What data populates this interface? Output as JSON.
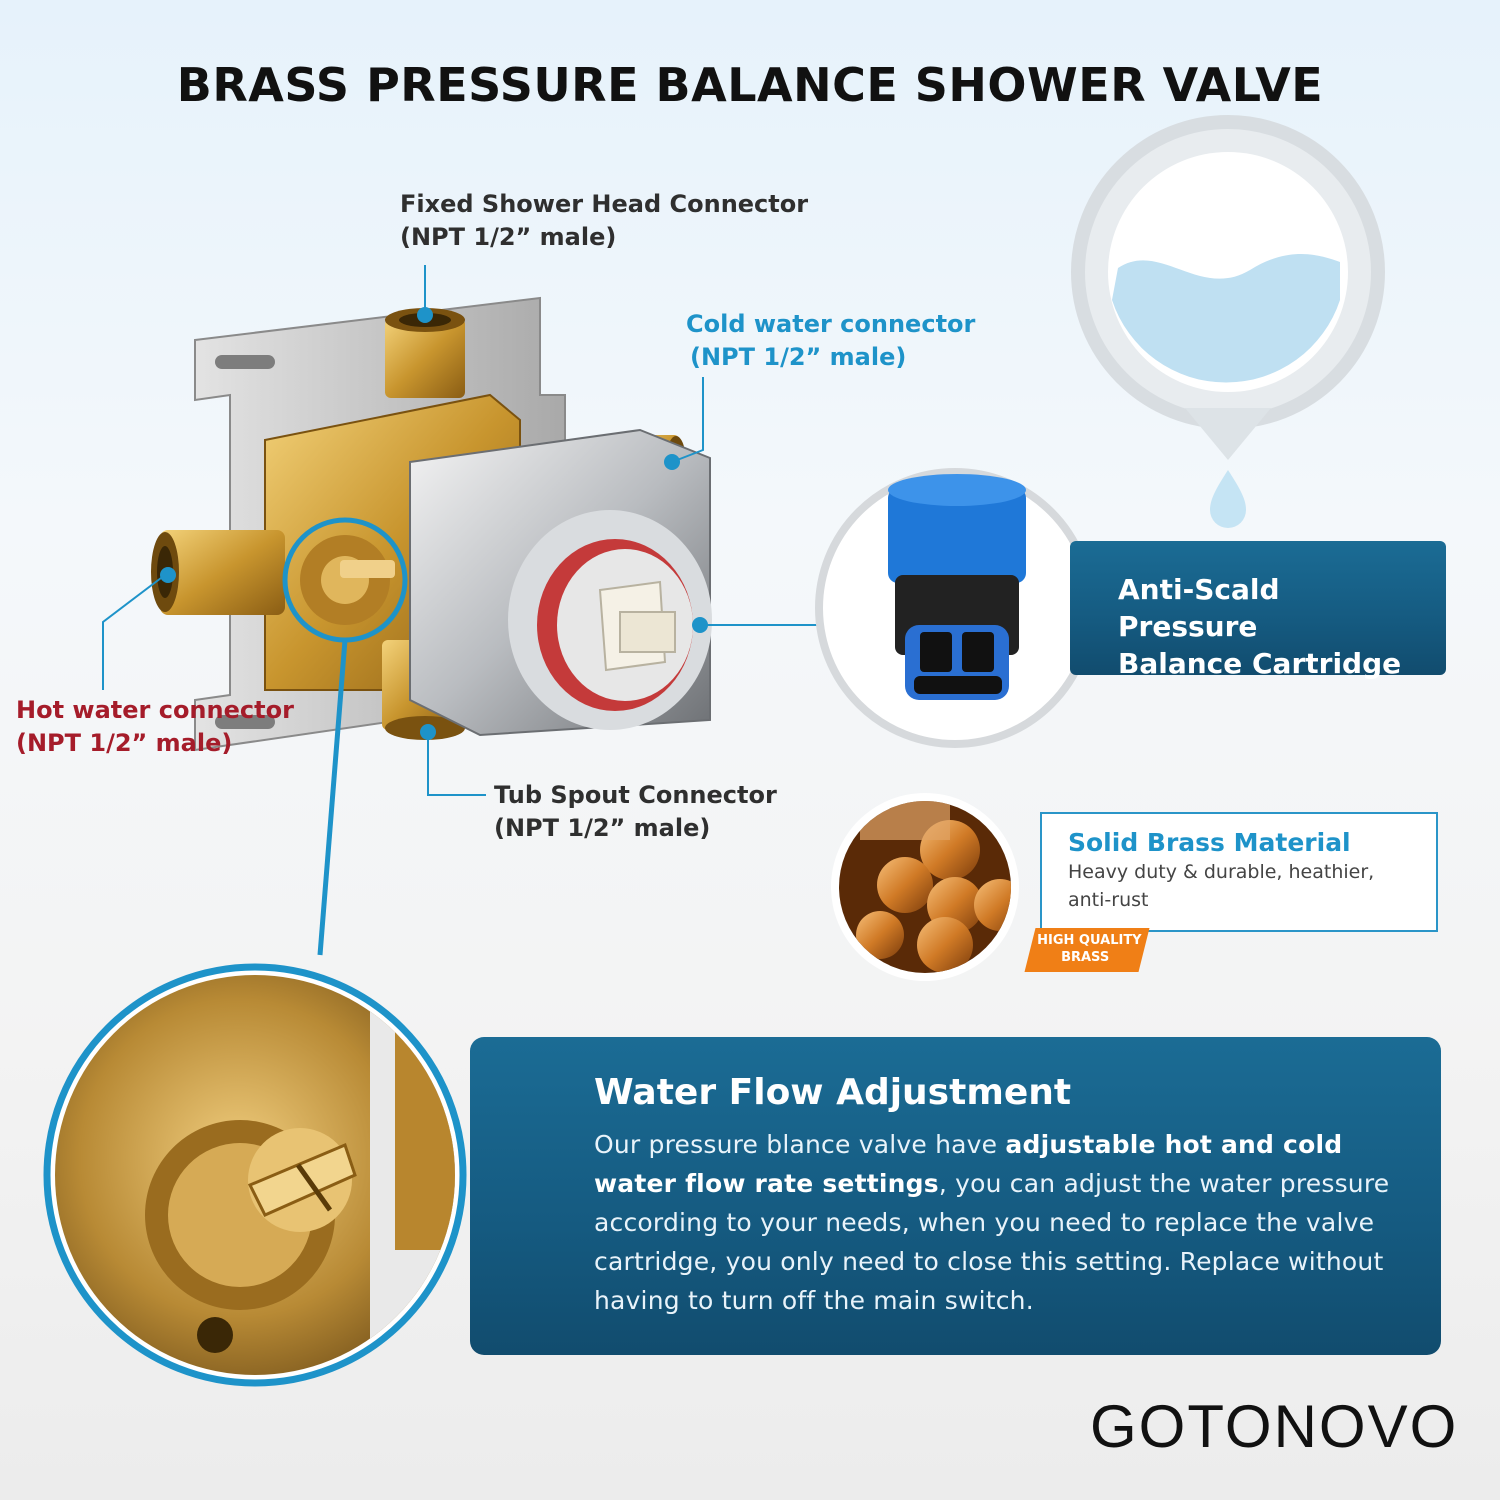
{
  "title": "BRASS PRESSURE BALANCE SHOWER VALVE",
  "labels": {
    "fixed_head": {
      "name": "Fixed Shower Head Connector",
      "spec": "(NPT 1/2” male)"
    },
    "cold": {
      "name": "Cold water connector",
      "spec": "(NPT 1/2” male)"
    },
    "hot": {
      "name": "Hot water connector",
      "spec": "(NPT 1/2” male)"
    },
    "tub": {
      "name": "Tub Spout Connector",
      "spec": "(NPT 1/2” male)"
    }
  },
  "cartridge": {
    "line1": "Anti-Scald Pressure",
    "line2": "Balance Cartridge"
  },
  "brass": {
    "title": "Solid Brass Material",
    "desc_line1": "Heavy duty & durable, heathier,",
    "desc_line2": "anti-rust",
    "badge_line1": "HIGH QUALITY",
    "badge_line2": "BRASS"
  },
  "flow": {
    "title": "Water Flow Adjustment",
    "text_a": "Our pressure blance valve have ",
    "text_bold": "adjustable hot and cold water flow rate settings",
    "text_b": ", you can adjust the water pressure according to your needs, when you need to replace the valve cartridge, you only need to close this setting. Replace without having to turn off the main switch."
  },
  "logo": "GOTONOVO",
  "colors": {
    "accent_blue": "#1e93c9",
    "panel_blue": "#155a80",
    "hot_red": "#a51c2a",
    "badge_orange": "#f07f16"
  }
}
